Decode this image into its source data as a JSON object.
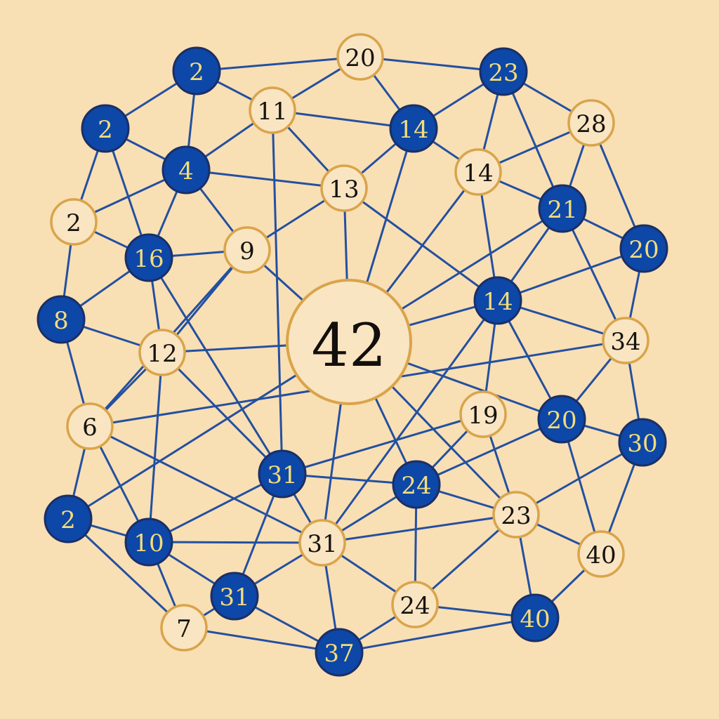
{
  "colors": {
    "background": "#f9dfb4",
    "edge": "#2350a0",
    "blue_node_fill": "#0d47a7",
    "blue_node_text": "#f3dc7a",
    "cream_node_fill": "#fae5c2",
    "cream_node_border": "#d9a44a",
    "cream_node_text": "#161310"
  },
  "hub": {
    "id": "hub",
    "label": "42"
  },
  "nodes": [
    {
      "id": "n1",
      "label": "2",
      "style": "blue"
    },
    {
      "id": "n2",
      "label": "20",
      "style": "cream"
    },
    {
      "id": "n3",
      "label": "23",
      "style": "blue"
    },
    {
      "id": "n4",
      "label": "2",
      "style": "blue"
    },
    {
      "id": "n5",
      "label": "11",
      "style": "cream"
    },
    {
      "id": "n6",
      "label": "14",
      "style": "blue"
    },
    {
      "id": "n7",
      "label": "28",
      "style": "cream"
    },
    {
      "id": "n8",
      "label": "4",
      "style": "blue"
    },
    {
      "id": "n9",
      "label": "13",
      "style": "cream"
    },
    {
      "id": "n10",
      "label": "14",
      "style": "cream"
    },
    {
      "id": "n11",
      "label": "2",
      "style": "cream"
    },
    {
      "id": "n12",
      "label": "21",
      "style": "blue"
    },
    {
      "id": "n13",
      "label": "16",
      "style": "blue"
    },
    {
      "id": "n14",
      "label": "9",
      "style": "cream"
    },
    {
      "id": "n15",
      "label": "20",
      "style": "blue"
    },
    {
      "id": "n16",
      "label": "8",
      "style": "blue"
    },
    {
      "id": "n17",
      "label": "14",
      "style": "blue"
    },
    {
      "id": "n18",
      "label": "12",
      "style": "cream"
    },
    {
      "id": "n19",
      "label": "34",
      "style": "cream"
    },
    {
      "id": "n20",
      "label": "6",
      "style": "cream"
    },
    {
      "id": "n21",
      "label": "19",
      "style": "cream"
    },
    {
      "id": "n22",
      "label": "20",
      "style": "blue"
    },
    {
      "id": "n23",
      "label": "30",
      "style": "blue"
    },
    {
      "id": "n24",
      "label": "31",
      "style": "blue"
    },
    {
      "id": "n25",
      "label": "24",
      "style": "blue"
    },
    {
      "id": "n26",
      "label": "2",
      "style": "blue"
    },
    {
      "id": "n27",
      "label": "23",
      "style": "cream"
    },
    {
      "id": "n28",
      "label": "10",
      "style": "blue"
    },
    {
      "id": "n29",
      "label": "31",
      "style": "cream"
    },
    {
      "id": "n30",
      "label": "40",
      "style": "cream"
    },
    {
      "id": "n31",
      "label": "31",
      "style": "blue"
    },
    {
      "id": "n32",
      "label": "24",
      "style": "cream"
    },
    {
      "id": "n33",
      "label": "7",
      "style": "cream"
    },
    {
      "id": "n34",
      "label": "40",
      "style": "blue"
    },
    {
      "id": "n35",
      "label": "37",
      "style": "blue"
    }
  ],
  "edges": [
    [
      "n1",
      "n2"
    ],
    [
      "n1",
      "n4"
    ],
    [
      "n1",
      "n5"
    ],
    [
      "n1",
      "n8"
    ],
    [
      "n2",
      "n3"
    ],
    [
      "n2",
      "n5"
    ],
    [
      "n2",
      "n6"
    ],
    [
      "n3",
      "n6"
    ],
    [
      "n3",
      "n7"
    ],
    [
      "n3",
      "n10"
    ],
    [
      "n3",
      "n12"
    ],
    [
      "n4",
      "n8"
    ],
    [
      "n4",
      "n11"
    ],
    [
      "n4",
      "n13"
    ],
    [
      "n5",
      "n6"
    ],
    [
      "n5",
      "n8"
    ],
    [
      "n5",
      "n9"
    ],
    [
      "n5",
      "n24"
    ],
    [
      "n6",
      "n9"
    ],
    [
      "n6",
      "n10"
    ],
    [
      "n6",
      "hub"
    ],
    [
      "n7",
      "n10"
    ],
    [
      "n7",
      "n12"
    ],
    [
      "n7",
      "n15"
    ],
    [
      "n8",
      "n9"
    ],
    [
      "n8",
      "n11"
    ],
    [
      "n8",
      "n13"
    ],
    [
      "n8",
      "n14"
    ],
    [
      "n9",
      "n14"
    ],
    [
      "n9",
      "n17"
    ],
    [
      "n9",
      "hub"
    ],
    [
      "n10",
      "n12"
    ],
    [
      "n10",
      "n17"
    ],
    [
      "n10",
      "hub"
    ],
    [
      "n11",
      "n13"
    ],
    [
      "n11",
      "n16"
    ],
    [
      "n12",
      "n15"
    ],
    [
      "n12",
      "n17"
    ],
    [
      "n12",
      "n19"
    ],
    [
      "n12",
      "hub"
    ],
    [
      "n13",
      "n14"
    ],
    [
      "n13",
      "n16"
    ],
    [
      "n13",
      "n18"
    ],
    [
      "n13",
      "n24"
    ],
    [
      "n14",
      "n18"
    ],
    [
      "n14",
      "hub"
    ],
    [
      "n14",
      "n20"
    ],
    [
      "n15",
      "n17"
    ],
    [
      "n15",
      "n19"
    ],
    [
      "n16",
      "n18"
    ],
    [
      "n16",
      "n20"
    ],
    [
      "n17",
      "hub"
    ],
    [
      "n17",
      "n19"
    ],
    [
      "n17",
      "n21"
    ],
    [
      "n17",
      "n22"
    ],
    [
      "n17",
      "n29"
    ],
    [
      "n18",
      "hub"
    ],
    [
      "n18",
      "n20"
    ],
    [
      "n18",
      "n28"
    ],
    [
      "n18",
      "n24"
    ],
    [
      "n19",
      "n22"
    ],
    [
      "n19",
      "n23"
    ],
    [
      "n19",
      "n20"
    ],
    [
      "hub",
      "n22"
    ],
    [
      "hub",
      "n25"
    ],
    [
      "hub",
      "n27"
    ],
    [
      "hub",
      "n29"
    ],
    [
      "hub",
      "n26"
    ],
    [
      "n20",
      "n26"
    ],
    [
      "n20",
      "n28"
    ],
    [
      "n20",
      "n29"
    ],
    [
      "n21",
      "n24"
    ],
    [
      "n21",
      "n25"
    ],
    [
      "n21",
      "n27"
    ],
    [
      "n22",
      "n23"
    ],
    [
      "n22",
      "n25"
    ],
    [
      "n22",
      "n30"
    ],
    [
      "n23",
      "n27"
    ],
    [
      "n23",
      "n30"
    ],
    [
      "n24",
      "n25"
    ],
    [
      "n24",
      "n29"
    ],
    [
      "n24",
      "n31"
    ],
    [
      "n25",
      "n27"
    ],
    [
      "n25",
      "n29"
    ],
    [
      "n25",
      "n32"
    ],
    [
      "n26",
      "n28"
    ],
    [
      "n26",
      "n33"
    ],
    [
      "n27",
      "n30"
    ],
    [
      "n27",
      "n34"
    ],
    [
      "n27",
      "n29"
    ],
    [
      "n27",
      "n32"
    ],
    [
      "n28",
      "n29"
    ],
    [
      "n28",
      "n31"
    ],
    [
      "n28",
      "n33"
    ],
    [
      "n28",
      "n24"
    ],
    [
      "n29",
      "n31"
    ],
    [
      "n29",
      "n32"
    ],
    [
      "n29",
      "n35"
    ],
    [
      "n30",
      "n34"
    ],
    [
      "n31",
      "n35"
    ],
    [
      "n31",
      "n33"
    ],
    [
      "n32",
      "n34"
    ],
    [
      "n32",
      "n35"
    ],
    [
      "n33",
      "n35"
    ],
    [
      "n34",
      "n35"
    ]
  ]
}
